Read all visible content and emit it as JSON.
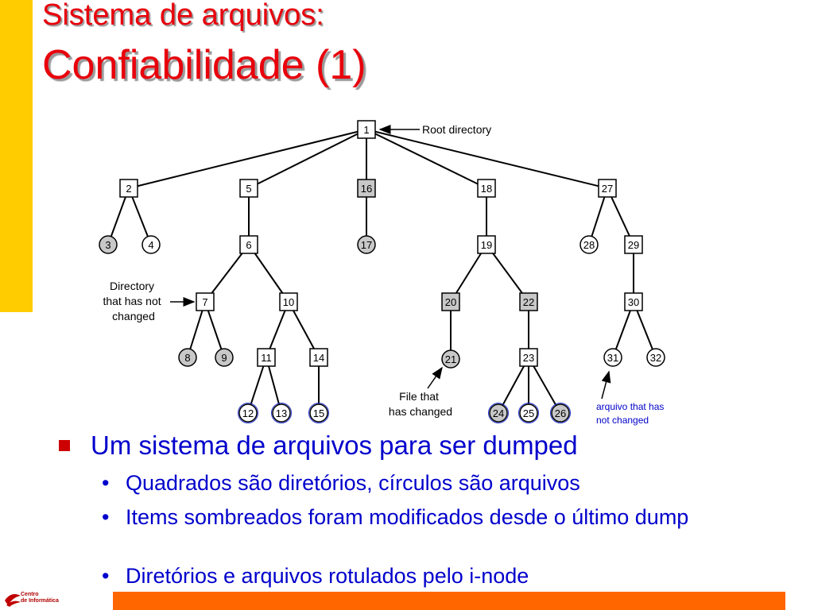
{
  "slide": {
    "title_line1": "Sistema de arquivos:",
    "title_line2": "Confiabilidade (1)"
  },
  "diagram": {
    "nodes": [
      {
        "id": "1",
        "shape": "square",
        "shaded": false
      },
      {
        "id": "2",
        "shape": "square",
        "shaded": false
      },
      {
        "id": "5",
        "shape": "square",
        "shaded": false
      },
      {
        "id": "16",
        "shape": "square",
        "shaded": true
      },
      {
        "id": "18",
        "shape": "square",
        "shaded": false
      },
      {
        "id": "27",
        "shape": "square",
        "shaded": false
      },
      {
        "id": "3",
        "shape": "circle",
        "shaded": true
      },
      {
        "id": "4",
        "shape": "circle",
        "shaded": false
      },
      {
        "id": "6",
        "shape": "square",
        "shaded": false
      },
      {
        "id": "17",
        "shape": "circle",
        "shaded": true
      },
      {
        "id": "19",
        "shape": "square",
        "shaded": false
      },
      {
        "id": "28",
        "shape": "circle",
        "shaded": false
      },
      {
        "id": "29",
        "shape": "square",
        "shaded": false
      },
      {
        "id": "7",
        "shape": "square",
        "shaded": false
      },
      {
        "id": "10",
        "shape": "square",
        "shaded": false
      },
      {
        "id": "20",
        "shape": "square",
        "shaded": true
      },
      {
        "id": "22",
        "shape": "square",
        "shaded": true
      },
      {
        "id": "30",
        "shape": "square",
        "shaded": false
      },
      {
        "id": "8",
        "shape": "circle",
        "shaded": true
      },
      {
        "id": "9",
        "shape": "circle",
        "shaded": true
      },
      {
        "id": "11",
        "shape": "square",
        "shaded": false
      },
      {
        "id": "14",
        "shape": "square",
        "shaded": false
      },
      {
        "id": "21",
        "shape": "circle",
        "shaded": true
      },
      {
        "id": "23",
        "shape": "square",
        "shaded": false
      },
      {
        "id": "31",
        "shape": "circle",
        "shaded": false
      },
      {
        "id": "32",
        "shape": "circle",
        "shaded": false
      },
      {
        "id": "12",
        "shape": "circle",
        "shaded": false
      },
      {
        "id": "13",
        "shape": "circle",
        "shaded": false
      },
      {
        "id": "15",
        "shape": "circle",
        "shaded": false
      },
      {
        "id": "24",
        "shape": "circle",
        "shaded": true
      },
      {
        "id": "25",
        "shape": "circle",
        "shaded": false
      },
      {
        "id": "26",
        "shape": "circle",
        "shaded": true
      }
    ],
    "edges": [
      [
        "1",
        "2"
      ],
      [
        "1",
        "5"
      ],
      [
        "1",
        "16"
      ],
      [
        "1",
        "18"
      ],
      [
        "1",
        "27"
      ],
      [
        "2",
        "3"
      ],
      [
        "2",
        "4"
      ],
      [
        "5",
        "6"
      ],
      [
        "16",
        "17"
      ],
      [
        "18",
        "19"
      ],
      [
        "27",
        "28"
      ],
      [
        "27",
        "29"
      ],
      [
        "6",
        "7"
      ],
      [
        "6",
        "10"
      ],
      [
        "19",
        "20"
      ],
      [
        "19",
        "22"
      ],
      [
        "29",
        "30"
      ],
      [
        "7",
        "8"
      ],
      [
        "7",
        "9"
      ],
      [
        "10",
        "11"
      ],
      [
        "10",
        "14"
      ],
      [
        "20",
        "21"
      ],
      [
        "22",
        "23"
      ],
      [
        "30",
        "31"
      ],
      [
        "30",
        "32"
      ],
      [
        "11",
        "12"
      ],
      [
        "11",
        "13"
      ],
      [
        "14",
        "15"
      ],
      [
        "23",
        "24"
      ],
      [
        "23",
        "25"
      ],
      [
        "23",
        "26"
      ]
    ],
    "annotations": {
      "root_label": "Root directory",
      "dir_label": [
        "Directory",
        "that has not",
        "changed"
      ],
      "file_label": [
        "File that",
        "has changed"
      ],
      "arquivo_label": [
        "arquivo that has",
        "not changed"
      ]
    }
  },
  "bullets": {
    "main": "Um sistema de arquivos para ser dumped",
    "sub": [
      "Quadrados são diretórios, círculos são arquivos",
      "Items sombreados foram modificados desde o último dump",
      "Diretórios e arquivos rotulados pelo i-node"
    ],
    "sub_marker": "•"
  },
  "logo": {
    "line1": "Centro",
    "line2": "de Informática"
  },
  "colors": {
    "title": "#e8000b",
    "bullet_text": "#0000cc",
    "bullet_marker": "#cc0000",
    "side_bar": "#ffcc00",
    "footer_bar": "#ff6600",
    "shaded_node": "#c8c8c8",
    "blue_outline": "#2233cc"
  }
}
